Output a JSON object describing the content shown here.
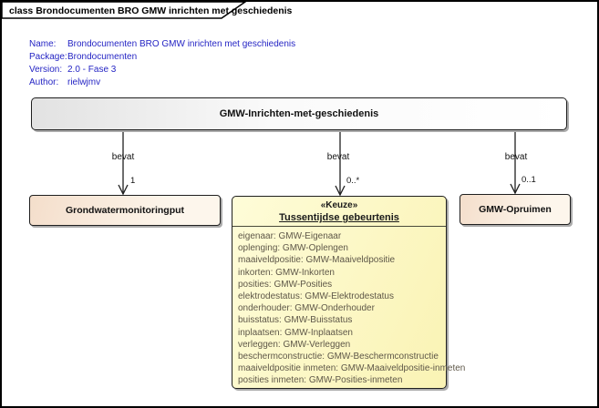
{
  "frame": {
    "title": "class Brondocumenten BRO GMW inrichten met geschiedenis"
  },
  "notes": {
    "rows": [
      {
        "label": "Name:",
        "value": "Brondocumenten BRO GMW inrichten met geschiedenis"
      },
      {
        "label": "Package:",
        "value": "Brondocumenten"
      },
      {
        "label": "Version:",
        "value": "2.0 - Fase 3"
      },
      {
        "label": "Author:",
        "value": "rielwjmv"
      }
    ]
  },
  "root_class": {
    "name": "GMW-Inrichten-met-geschiedenis"
  },
  "connectors": [
    {
      "label": "bevat",
      "multiplicity": "1"
    },
    {
      "label": "bevat",
      "multiplicity": "0..*"
    },
    {
      "label": "bevat",
      "multiplicity": "0..1"
    }
  ],
  "left_class": {
    "name": "Grondwatermonitoringput"
  },
  "middle_class": {
    "stereotype": "«Keuze»",
    "name": "Tussentijdse gebeurtenis",
    "attributes": [
      "eigenaar: GMW-Eigenaar",
      "oplenging: GMW-Oplengen",
      "maaiveldpositie: GMW-Maaiveldpositie",
      "inkorten: GMW-Inkorten",
      "posities: GMW-Posities",
      "elektrodestatus: GMW-Elektrodestatus",
      "onderhouder: GMW-Onderhouder",
      "buisstatus: GMW-Buisstatus",
      "inplaatsen: GMW-Inplaatsen",
      "verleggen: GMW-Verleggen",
      "beschermconstructie: GMW-Beschermconstructie",
      "maaiveldpositie inmeten: GMW-Maaiveldpositie-inmeten",
      "posities inmeten: GMW-Posities-inmeten"
    ]
  },
  "right_class": {
    "name": "GMW-Opruimen"
  },
  "colors": {
    "frame_border": "#000000",
    "note_text_blue": "#2525c4",
    "class_cream_fill": "#f4decb",
    "keuze_yellow_fill": "#fbf5bc",
    "attribute_text": "#5e5748",
    "shadow_gray": "#ababab"
  }
}
